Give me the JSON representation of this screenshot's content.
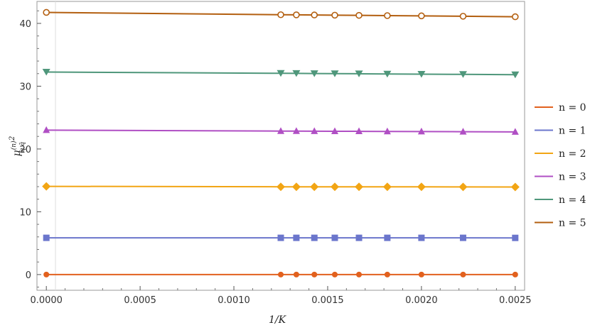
{
  "chart_data": {
    "type": "line",
    "title": "",
    "xlabel": "1/K",
    "ylabel": "μ(n)q q̄ 2",
    "ylabel_parts": {
      "base": "μ",
      "sup": "(n)",
      "sub": "q q̄",
      "exp": "2"
    },
    "xlim": [
      -5e-05,
      0.00255
    ],
    "ylim": [
      -2.5,
      43.5
    ],
    "xticks": [
      "0.0000",
      "0.0005",
      "0.0010",
      "0.0015",
      "0.0020",
      "0.0025"
    ],
    "xtick_values": [
      0,
      0.0005,
      0.001,
      0.0015,
      0.002,
      0.0025
    ],
    "yticks": [
      "0",
      "10",
      "20",
      "30",
      "40"
    ],
    "ytick_values": [
      0,
      10,
      20,
      30,
      40
    ],
    "legend_placement": "right",
    "x": [
      0,
      0.00125,
      0.001333,
      0.001429,
      0.001538,
      0.001667,
      0.001818,
      0.002,
      0.002222,
      0.0025
    ],
    "series": [
      {
        "name": "n = 0",
        "color": "#e2611e",
        "marker": "circle",
        "values": [
          0,
          0,
          0,
          0,
          0,
          0,
          0,
          0,
          0,
          0
        ]
      },
      {
        "name": "n = 1",
        "color": "#6b76cc",
        "marker": "square",
        "values": [
          5.85,
          5.85,
          5.85,
          5.85,
          5.85,
          5.85,
          5.85,
          5.85,
          5.85,
          5.84
        ]
      },
      {
        "name": "n = 2",
        "color": "#f2a514",
        "marker": "diamond",
        "values": [
          14.05,
          13.98,
          13.98,
          13.98,
          13.98,
          13.97,
          13.97,
          13.97,
          13.96,
          13.95
        ]
      },
      {
        "name": "n = 3",
        "color": "#b04fc4",
        "marker": "triangle-up",
        "values": [
          23.0,
          22.85,
          22.84,
          22.83,
          22.82,
          22.81,
          22.79,
          22.77,
          22.75,
          22.72
        ]
      },
      {
        "name": "n = 4",
        "color": "#4f977b",
        "marker": "triangle-down",
        "values": [
          32.25,
          32.05,
          32.04,
          32.02,
          32.0,
          31.98,
          31.95,
          31.92,
          31.88,
          31.83
        ]
      },
      {
        "name": "n = 5",
        "color": "#b35f10",
        "marker": "open-circle",
        "values": [
          41.75,
          41.38,
          41.36,
          41.34,
          41.31,
          41.28,
          41.24,
          41.2,
          41.14,
          41.06
        ]
      }
    ]
  }
}
